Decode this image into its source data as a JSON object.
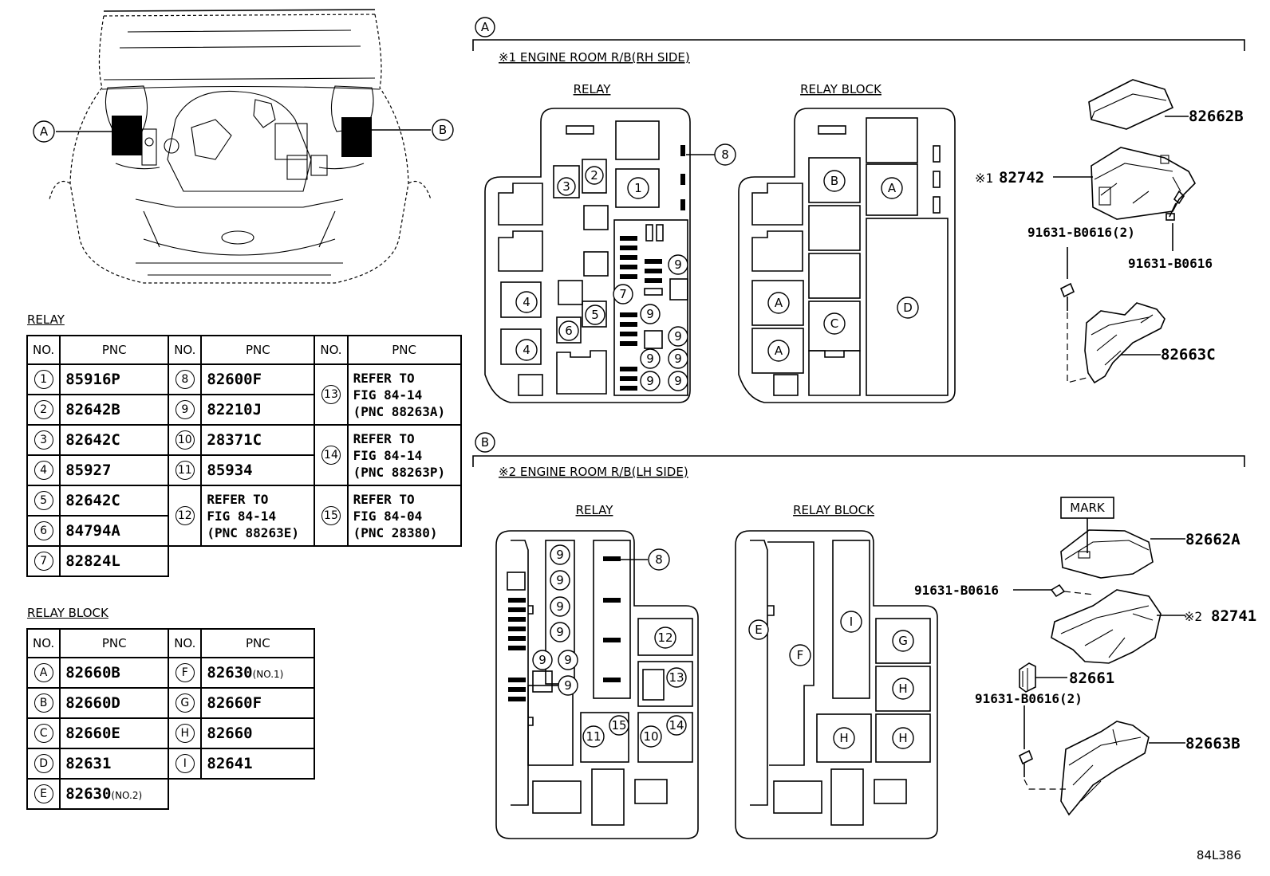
{
  "sections": {
    "a": {
      "marker": "A",
      "title": "※1 ENGINE ROOM R/B(RH SIDE)",
      "relay_label": "RELAY",
      "block_label": "RELAY BLOCK"
    },
    "b": {
      "marker": "B",
      "title": "※2 ENGINE ROOM R/B(LH SIDE)",
      "relay_label": "RELAY",
      "block_label": "RELAY BLOCK"
    }
  },
  "vehicle": {
    "marker_a": "A",
    "marker_b": "B"
  },
  "relay_table": {
    "title": "RELAY",
    "headers": {
      "no": "NO.",
      "pnc": "PNC"
    },
    "col1": [
      {
        "no": "1",
        "pnc": "85916P"
      },
      {
        "no": "2",
        "pnc": "82642B"
      },
      {
        "no": "3",
        "pnc": "82642C"
      },
      {
        "no": "4",
        "pnc": "85927"
      },
      {
        "no": "5",
        "pnc": "82642C"
      },
      {
        "no": "6",
        "pnc": "84794A"
      },
      {
        "no": "7",
        "pnc": "82824L"
      }
    ],
    "col2": [
      {
        "no": "8",
        "pnc": "82600F"
      },
      {
        "no": "9",
        "pnc": "82210J"
      },
      {
        "no": "10",
        "pnc": "28371C"
      },
      {
        "no": "11",
        "pnc": "85934"
      },
      {
        "no": "12",
        "line1": "REFER TO",
        "line2": "FIG 84-14",
        "line3": "(PNC 88263E)"
      }
    ],
    "col3": [
      {
        "no": "13",
        "line1": "REFER TO",
        "line2": "FIG 84-14",
        "line3": "(PNC 88263A)"
      },
      {
        "no": "14",
        "line1": "REFER TO",
        "line2": "FIG 84-14",
        "line3": "(PNC 88263P)"
      },
      {
        "no": "15",
        "line1": "REFER TO",
        "line2": "FIG 84-04",
        "line3": "(PNC 28380)"
      }
    ]
  },
  "block_table": {
    "title": "RELAY BLOCK",
    "headers": {
      "no": "NO.",
      "pnc": "PNC"
    },
    "col1": [
      {
        "no": "A",
        "pnc": "82660B"
      },
      {
        "no": "B",
        "pnc": "82660D"
      },
      {
        "no": "C",
        "pnc": "82660E"
      },
      {
        "no": "D",
        "pnc": "82631"
      },
      {
        "no": "E",
        "pnc": "82630",
        "note": "(NO.2)"
      }
    ],
    "col2": [
      {
        "no": "F",
        "pnc": "82630",
        "note": "(NO.1)"
      },
      {
        "no": "G",
        "pnc": "82660F"
      },
      {
        "no": "H",
        "pnc": "82660"
      },
      {
        "no": "I",
        "pnc": "82641"
      }
    ]
  },
  "callouts_a": {
    "cover": "82662B",
    "box": "82742",
    "box_prefix": "※1",
    "bolt_left": "91631-B0616(2)",
    "bolt_right": "91631-B0616",
    "bracket": "82663C"
  },
  "callouts_b": {
    "mark": "MARK",
    "cover": "82662A",
    "bolt_top": "91631-B0616",
    "box": "82741",
    "box_prefix": "※2",
    "connector": "82661",
    "bolt_bottom": "91631-B0616(2)",
    "bracket": "82663B"
  },
  "figure_code": "84L386"
}
